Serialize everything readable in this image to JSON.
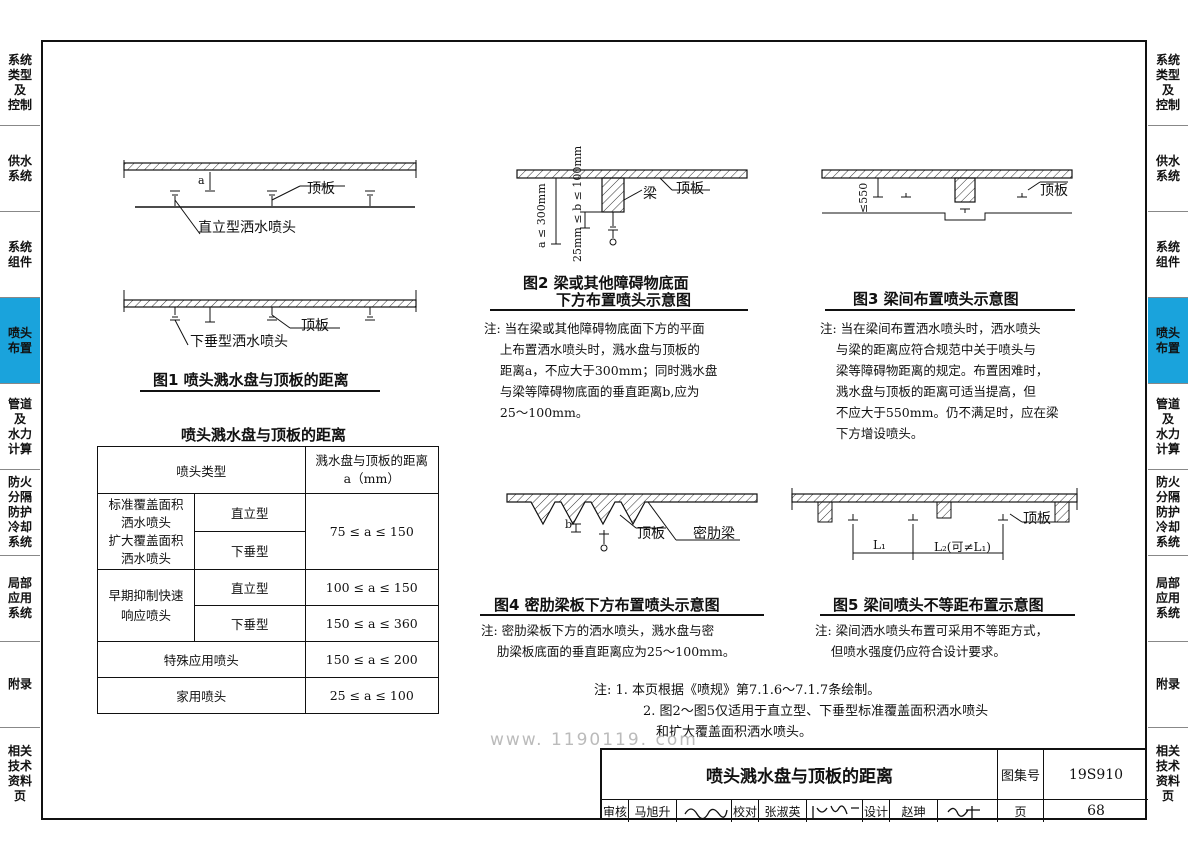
{
  "side_tabs": [
    {
      "label": "系统\n类型\n及\n控制",
      "active": false
    },
    {
      "label": "供水\n系统",
      "active": false
    },
    {
      "label": "系统\n组件",
      "active": false
    },
    {
      "label": "喷头\n布置",
      "active": true
    },
    {
      "label": "管道\n及\n水力\n计算",
      "active": false
    },
    {
      "label": "防火\n分隔\n防护\n冷却\n系统",
      "active": false
    },
    {
      "label": "局部\n应用\n系统",
      "active": false
    },
    {
      "label": "附录",
      "active": false
    },
    {
      "label": "相关\n技术\n资料\n页",
      "active": false
    }
  ],
  "fig1": {
    "label_a": "a",
    "label_ceiling_top": "顶板",
    "label_upright": "直立型洒水喷头",
    "label_ceiling_bottom": "顶板",
    "label_pendent": "下垂型洒水喷头",
    "caption": "图1  喷头溅水盘与顶板的距离"
  },
  "fig2": {
    "dim_a": "a ≤ 300mm",
    "dim_b": "25mm ≤ b ≤ 100mm",
    "label_beam": "梁",
    "label_ceiling": "顶板",
    "caption_line1": "图2  梁或其他障碍物底面",
    "caption_line2": "下方布置喷头示意图",
    "note": "注: 当在梁或其他障碍物底面下方的平面\n    上布置洒水喷头时，溅水盘与顶板的\n    距离a，不应大于300mm；同时溅水盘\n    与梁等障碍物底面的垂直距离b,应为\n    25～100mm。"
  },
  "fig3": {
    "dim": "≤550",
    "label_ceiling": "顶板",
    "caption": "图3  梁间布置喷头示意图",
    "note": "注: 当在梁间布置洒水喷头时，洒水喷头\n    与梁的距离应符合规范中关于喷头与\n    梁等障碍物距离的规定。布置困难时，\n    溅水盘与顶板的距离可适当提高，但\n    不应大于550mm。仍不满足时，应在梁\n    下方增设喷头。"
  },
  "fig4": {
    "label_b": "b",
    "label_ceiling": "顶板",
    "label_rib": "密肋梁",
    "caption": "图4  密肋梁板下方布置喷头示意图",
    "note": "注: 密肋梁板下方的洒水喷头，溅水盘与密\n    肋梁板底面的垂直距离应为25～100mm。"
  },
  "fig5": {
    "label_ceiling": "顶板",
    "label_l1": "L₁",
    "label_l2": "L₂(可≠L₁)",
    "caption": "图5  梁间喷头不等距布置示意图",
    "note": "注: 梁间洒水喷头布置可采用不等距方式，\n    但喷水强度仍应符合设计要求。"
  },
  "table": {
    "title": "喷头溅水盘与顶板的距离",
    "header_type": "喷头类型",
    "header_dist": "溅水盘与顶板的距离\na（mm）",
    "group1": "标准覆盖面积\n洒水喷头\n扩大覆盖面积\n洒水喷头",
    "group2": "早期抑制快速\n响应喷头",
    "upright": "直立型",
    "pendent": "下垂型",
    "val1": "75 ≤ a ≤ 150",
    "val2": "100 ≤ a ≤ 150",
    "val3": "150 ≤ a ≤ 360",
    "special": "特殊应用喷头",
    "val4": "150 ≤ a ≤ 200",
    "home": "家用喷头",
    "val5": "25 ≤ a ≤ 100"
  },
  "general_notes": {
    "n1": "注: 1.  本页根据《喷规》第7.1.6～7.1.7条绘制。",
    "n2": "2.  图2～图5仅适用于直立型、下垂型标准覆盖面积洒水喷头",
    "n3": "和扩大覆盖面积洒水喷头。"
  },
  "watermark": "www. 1190119. com",
  "title_block": {
    "title": "喷头溅水盘与顶板的距离",
    "atlas_label": "图集号",
    "atlas_no": "19S910",
    "page_label": "页",
    "page_no": "68",
    "review_label": "审核",
    "reviewer": "马旭升",
    "check_label": "校对",
    "checker": "张淑英",
    "design_label": "设计",
    "designer": "赵珅"
  }
}
